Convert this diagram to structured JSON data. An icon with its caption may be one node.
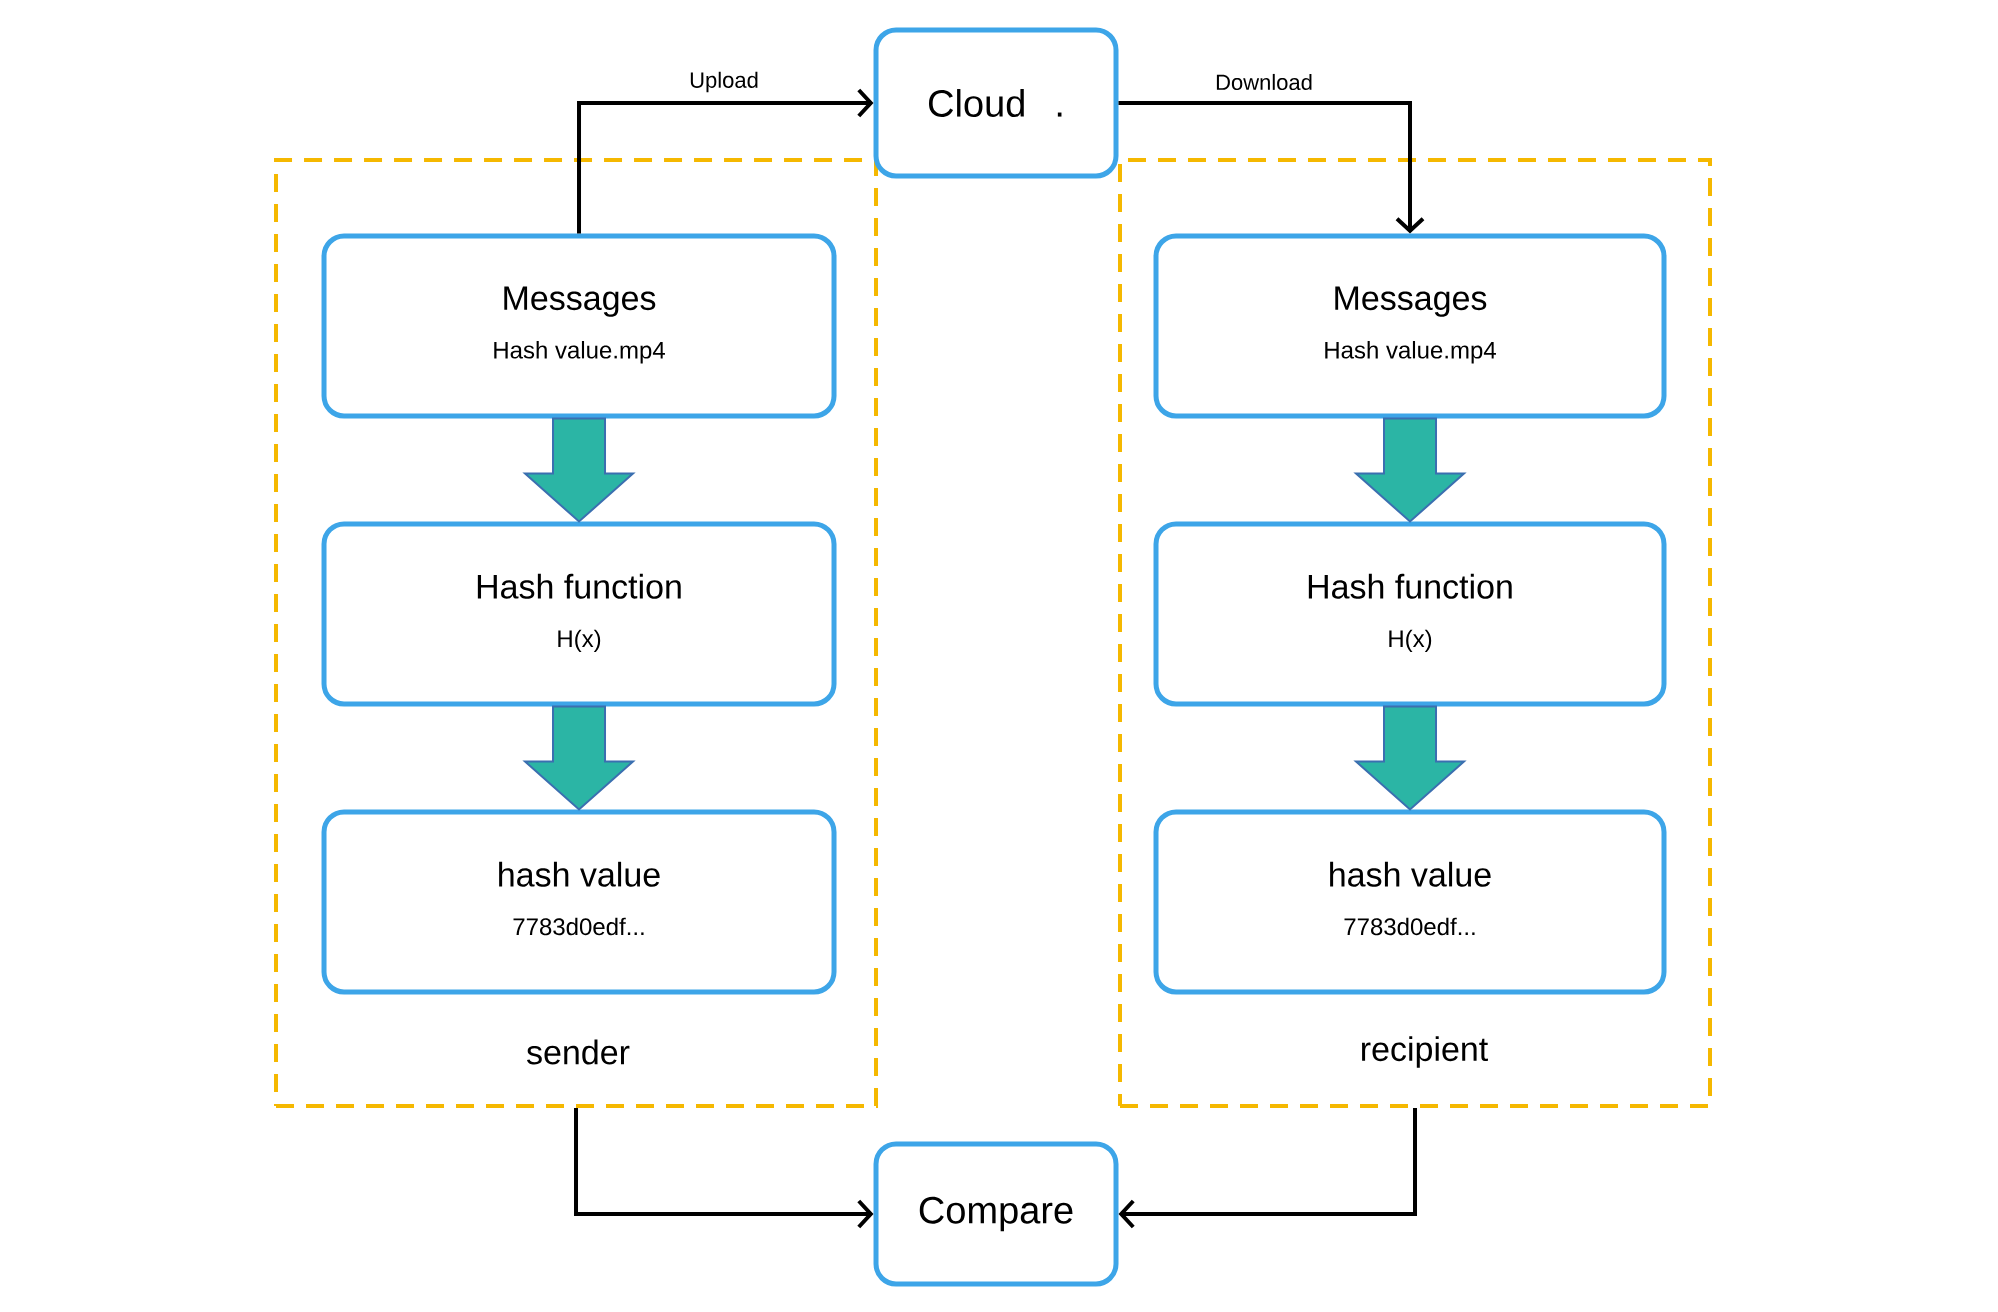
{
  "diagram": {
    "nodes": [
      {
        "text": [
          "sender"
        ]
      },
      {
        "text": [
          "Messages",
          "Hash value.mp4"
        ],
        "in": 0
      },
      {
        "text": [
          "Hash function",
          "H(x)"
        ],
        "in": 0
      },
      {
        "text": [
          "hash value",
          "7783d0edf..."
        ],
        "in": 0
      },
      {
        "text": [
          "recipient"
        ]
      },
      {
        "text": [
          "Messages",
          "Hash value.mp4"
        ],
        "in": 4
      },
      {
        "text": [
          "Hash function",
          "H(x)"
        ],
        "in": 4
      },
      {
        "text": [
          "hash value",
          "7783d0edf..."
        ],
        "in": 4
      },
      {
        "text": [
          "Cloud",
          "."
        ]
      },
      {
        "text": [
          "Compare"
        ]
      }
    ],
    "edges": [
      {
        "from": 1,
        "to": 8,
        "arrow": "to",
        "label": "Upload"
      },
      {
        "from": 8,
        "to": 5,
        "arrow": "to",
        "label": "Download"
      },
      {
        "from": 1,
        "to": 2,
        "arrow": "to",
        "style": "thick",
        "color": "#2bb5a5"
      },
      {
        "from": 2,
        "to": 3,
        "arrow": "to",
        "style": "thick",
        "color": "#2bb5a5"
      },
      {
        "from": 5,
        "to": 6,
        "arrow": "to",
        "style": "thick",
        "color": "#2bb5a5"
      },
      {
        "from": 6,
        "to": 7,
        "arrow": "to",
        "style": "thick",
        "color": "#2bb5a5"
      },
      {
        "from": 0,
        "to": 9,
        "arrow": "to"
      },
      {
        "from": 4,
        "to": 9,
        "arrow": "to"
      }
    ]
  }
}
